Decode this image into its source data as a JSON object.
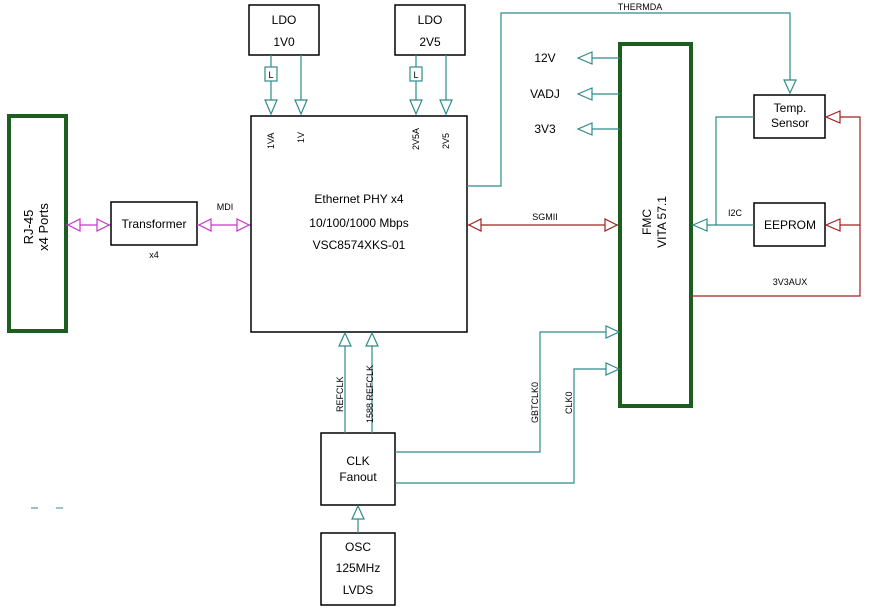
{
  "blocks": {
    "rj45": {
      "line1": "RJ-45",
      "line2": "x4 Ports"
    },
    "transformer": {
      "label": "Transformer",
      "count": "x4"
    },
    "phy": {
      "line1": "Ethernet PHY x4",
      "line2": "10/100/1000 Mbps",
      "line3": "VSC8574XKS-01"
    },
    "ldo1": {
      "line1": "LDO",
      "line2": "1V0"
    },
    "ldo2": {
      "line1": "LDO",
      "line2": "2V5"
    },
    "fmc": {
      "line1": "FMC",
      "line2": "VITA 57.1"
    },
    "temp": {
      "line1": "Temp.",
      "line2": "Sensor"
    },
    "eeprom": {
      "label": "EEPROM"
    },
    "clk": {
      "line1": "CLK",
      "line2": "Fanout"
    },
    "osc": {
      "line1": "OSC",
      "line2": "125MHz",
      "line3": "LVDS"
    }
  },
  "signals": {
    "mdi": "MDI",
    "sgmii": "SGMII",
    "thermda": "THERMDA",
    "i2c": "I2C",
    "aux": "3V3AUX",
    "refclk": "REFCLK",
    "refclk1588": "1588 REFCLK",
    "gbtclk": "GBTCLK0",
    "clk0": "CLK0",
    "pin_1va": "1VA",
    "pin_1v": "1V",
    "pin_2v5a": "2V5A",
    "pin_2v5": "2V5",
    "inductor": "L"
  },
  "rails": [
    "12V",
    "VADJ",
    "3V3"
  ],
  "colors": {
    "fmc_border": "#1b5e20",
    "teal": "#2e8b8b",
    "red": "#a02020",
    "magenta": "#cc33cc"
  }
}
